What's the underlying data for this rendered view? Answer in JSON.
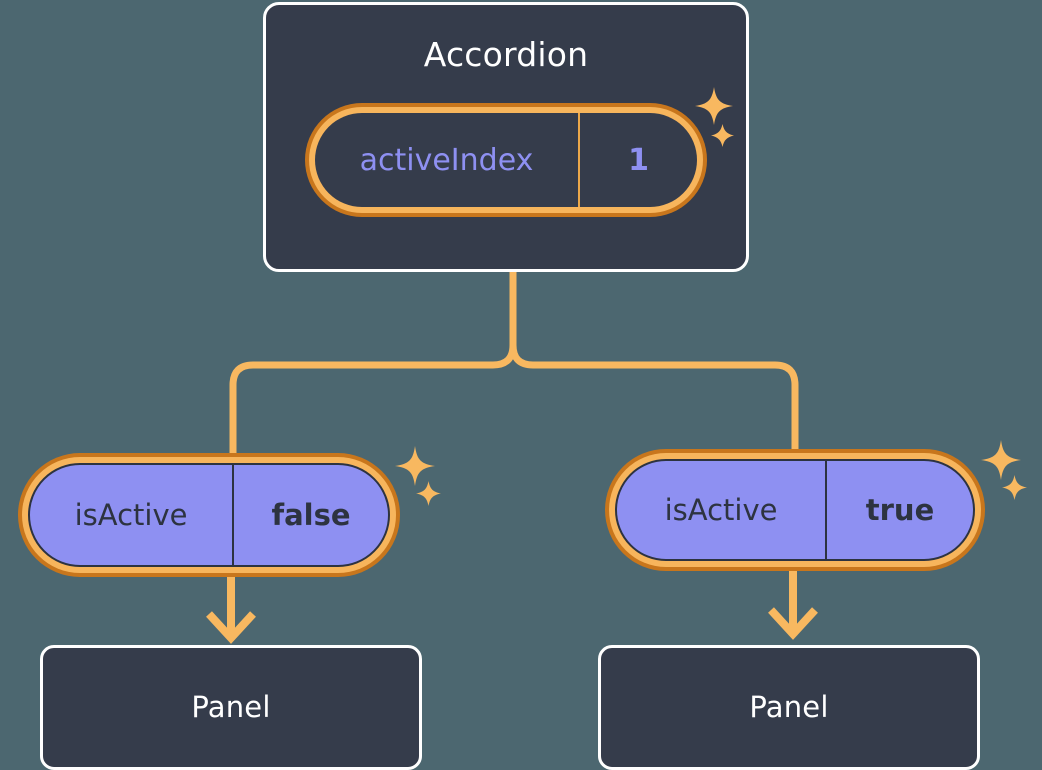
{
  "background_color": "#4c6770",
  "palette": {
    "card_bg": "#353c4b",
    "card_border": "#ffffff",
    "connector": "#f8b860",
    "pill_ring_outer": "#c8761c",
    "pill_ring_inner": "#f7b55c",
    "purple_fill": "#8e90f2",
    "purple_text": "#8e90f2",
    "dark_text": "#2d3340"
  },
  "diagram": {
    "type": "component-tree",
    "root": {
      "title": "Accordion",
      "state": {
        "key": "activeIndex",
        "value": "1",
        "style": "dark-pill",
        "sparkle": true
      }
    },
    "children": [
      {
        "prop": {
          "key": "isActive",
          "value": "false",
          "style": "purple-pill",
          "sparkle": true
        },
        "component": {
          "title": "Panel"
        }
      },
      {
        "prop": {
          "key": "isActive",
          "value": "true",
          "style": "purple-pill",
          "sparkle": true
        },
        "component": {
          "title": "Panel"
        }
      }
    ]
  },
  "icons": {
    "sparkle_large": "sparkle-four-point-icon",
    "sparkle_small": "sparkle-four-point-small-icon",
    "arrow_down": "arrow-down-icon"
  }
}
